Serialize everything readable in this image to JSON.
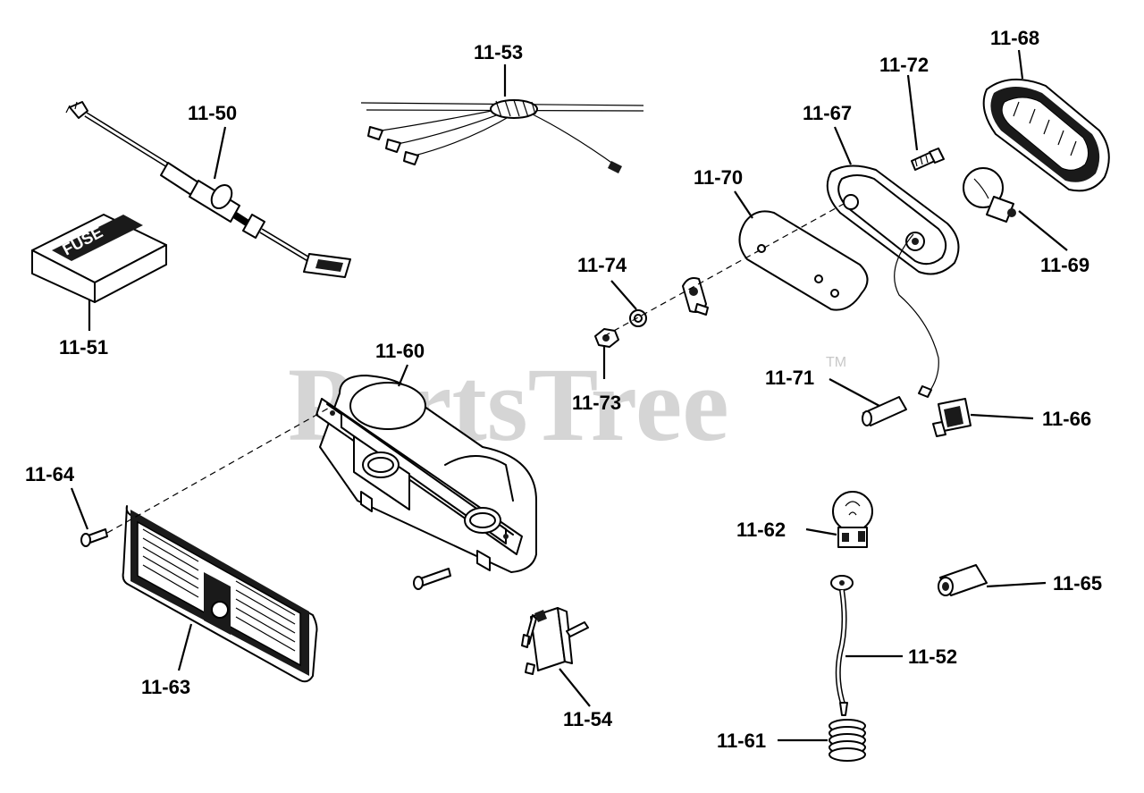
{
  "watermark": {
    "brand": "PartsTree",
    "trademark": "TM"
  },
  "callouts": [
    {
      "id": "11-50",
      "label": "11-50",
      "part": "wiring-harness"
    },
    {
      "id": "11-51",
      "label": "11-51",
      "part": "fuse"
    },
    {
      "id": "11-52",
      "label": "11-52",
      "part": "wire-lead"
    },
    {
      "id": "11-53",
      "label": "11-53",
      "part": "wire-harness-bundle"
    },
    {
      "id": "11-54",
      "label": "11-54",
      "part": "toggle-switch"
    },
    {
      "id": "11-60",
      "label": "11-60",
      "part": "headlight-housing"
    },
    {
      "id": "11-61",
      "label": "11-61",
      "part": "spring"
    },
    {
      "id": "11-62",
      "label": "11-62",
      "part": "bulb"
    },
    {
      "id": "11-63",
      "label": "11-63",
      "part": "grille"
    },
    {
      "id": "11-64",
      "label": "11-64",
      "part": "screw"
    },
    {
      "id": "11-65",
      "label": "11-65",
      "part": "connector"
    },
    {
      "id": "11-66",
      "label": "11-66",
      "part": "clip"
    },
    {
      "id": "11-67",
      "label": "11-67",
      "part": "taillight-housing"
    },
    {
      "id": "11-68",
      "label": "11-68",
      "part": "lens"
    },
    {
      "id": "11-69",
      "label": "11-69",
      "part": "bulb"
    },
    {
      "id": "11-70",
      "label": "11-70",
      "part": "gasket"
    },
    {
      "id": "11-71",
      "label": "11-71",
      "part": "insulator"
    },
    {
      "id": "11-72",
      "label": "11-72",
      "part": "screw"
    },
    {
      "id": "11-73",
      "label": "11-73",
      "part": "nut"
    },
    {
      "id": "11-74",
      "label": "11-74",
      "part": "lockwasher"
    }
  ]
}
